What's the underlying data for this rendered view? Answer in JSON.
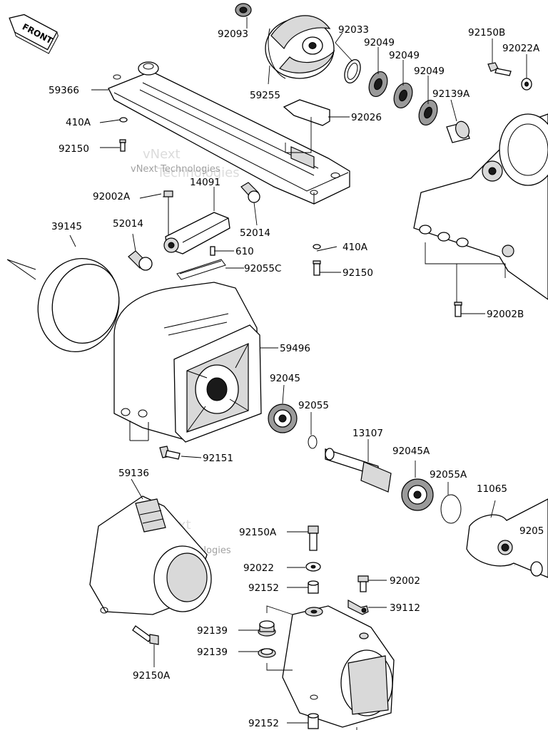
{
  "front_badge": "FRONT",
  "watermark": {
    "brand": "vNext",
    "company": "Technologies",
    "full": "vNext Technologies"
  },
  "labels": {
    "p92093": "92093",
    "p92033": "92033",
    "p92049a": "92049",
    "p92049b": "92049",
    "p92049c": "92049",
    "p92150B": "92150B",
    "p92022A": "92022A",
    "p59366": "59366",
    "p59255": "59255",
    "p92139A": "92139A",
    "p92026": "92026",
    "p410A_1": "410A",
    "p92150_1": "92150",
    "p14091": "14091",
    "p92002A": "92002A",
    "p39145": "39145",
    "p52014_1": "52014",
    "p52014_2": "52014",
    "p610": "610",
    "p410A_2": "410A",
    "p92055C": "92055C",
    "p92150_2": "92150",
    "p92002B": "92002B",
    "p59496": "59496",
    "p92045": "92045",
    "p92055": "92055",
    "p13107": "13107",
    "p92045A": "92045A",
    "p92055A": "92055A",
    "p11065": "11065",
    "p92151": "92151",
    "p59136": "59136",
    "p92150A_1": "92150A",
    "p92022": "92022",
    "p92002": "92002",
    "p92152_1": "92152",
    "p39112": "39112",
    "p92139_1": "92139",
    "p92139_2": "92139",
    "p92150A_2": "92150A",
    "p92152_2": "92152",
    "p9205x": "9205"
  }
}
